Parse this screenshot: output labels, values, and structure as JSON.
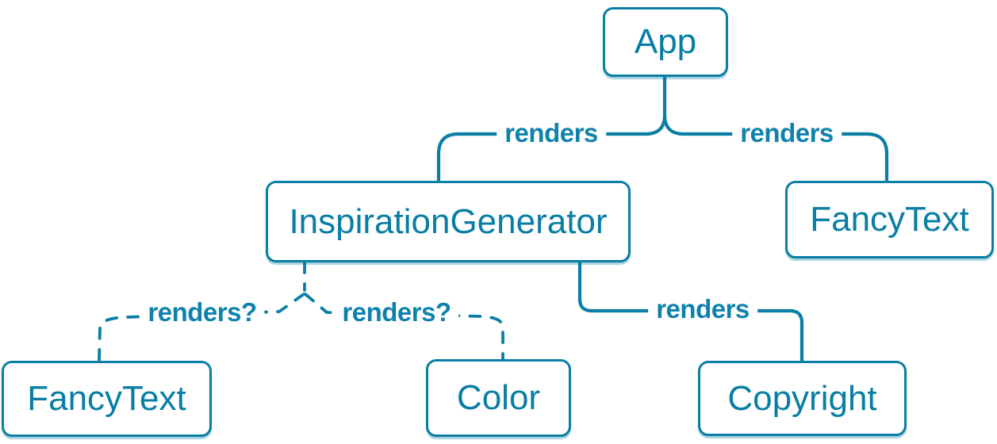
{
  "diagram": {
    "kind": "react-component-render-tree",
    "colors": {
      "accent": "#0a7ea4",
      "node_text": "#087ea4",
      "edge_label_text": "#0e82ad",
      "node_background": "#ffffff"
    },
    "nodes": [
      {
        "id": "app",
        "label": "App"
      },
      {
        "id": "inspiration-generator",
        "label": "InspirationGenerator"
      },
      {
        "id": "fancy-text-top",
        "label": "FancyText"
      },
      {
        "id": "fancy-text-bottom",
        "label": "FancyText"
      },
      {
        "id": "color",
        "label": "Color"
      },
      {
        "id": "copyright",
        "label": "Copyright"
      }
    ],
    "edges": [
      {
        "from": "App",
        "to": "InspirationGenerator",
        "label": "renders",
        "style": "solid"
      },
      {
        "from": "App",
        "to": "FancyText",
        "label": "renders",
        "style": "solid"
      },
      {
        "from": "InspirationGenerator",
        "to": "FancyText",
        "label": "renders?",
        "style": "dashed"
      },
      {
        "from": "InspirationGenerator",
        "to": "Color",
        "label": "renders?",
        "style": "dashed"
      },
      {
        "from": "InspirationGenerator",
        "to": "Copyright",
        "label": "renders",
        "style": "solid"
      }
    ]
  }
}
